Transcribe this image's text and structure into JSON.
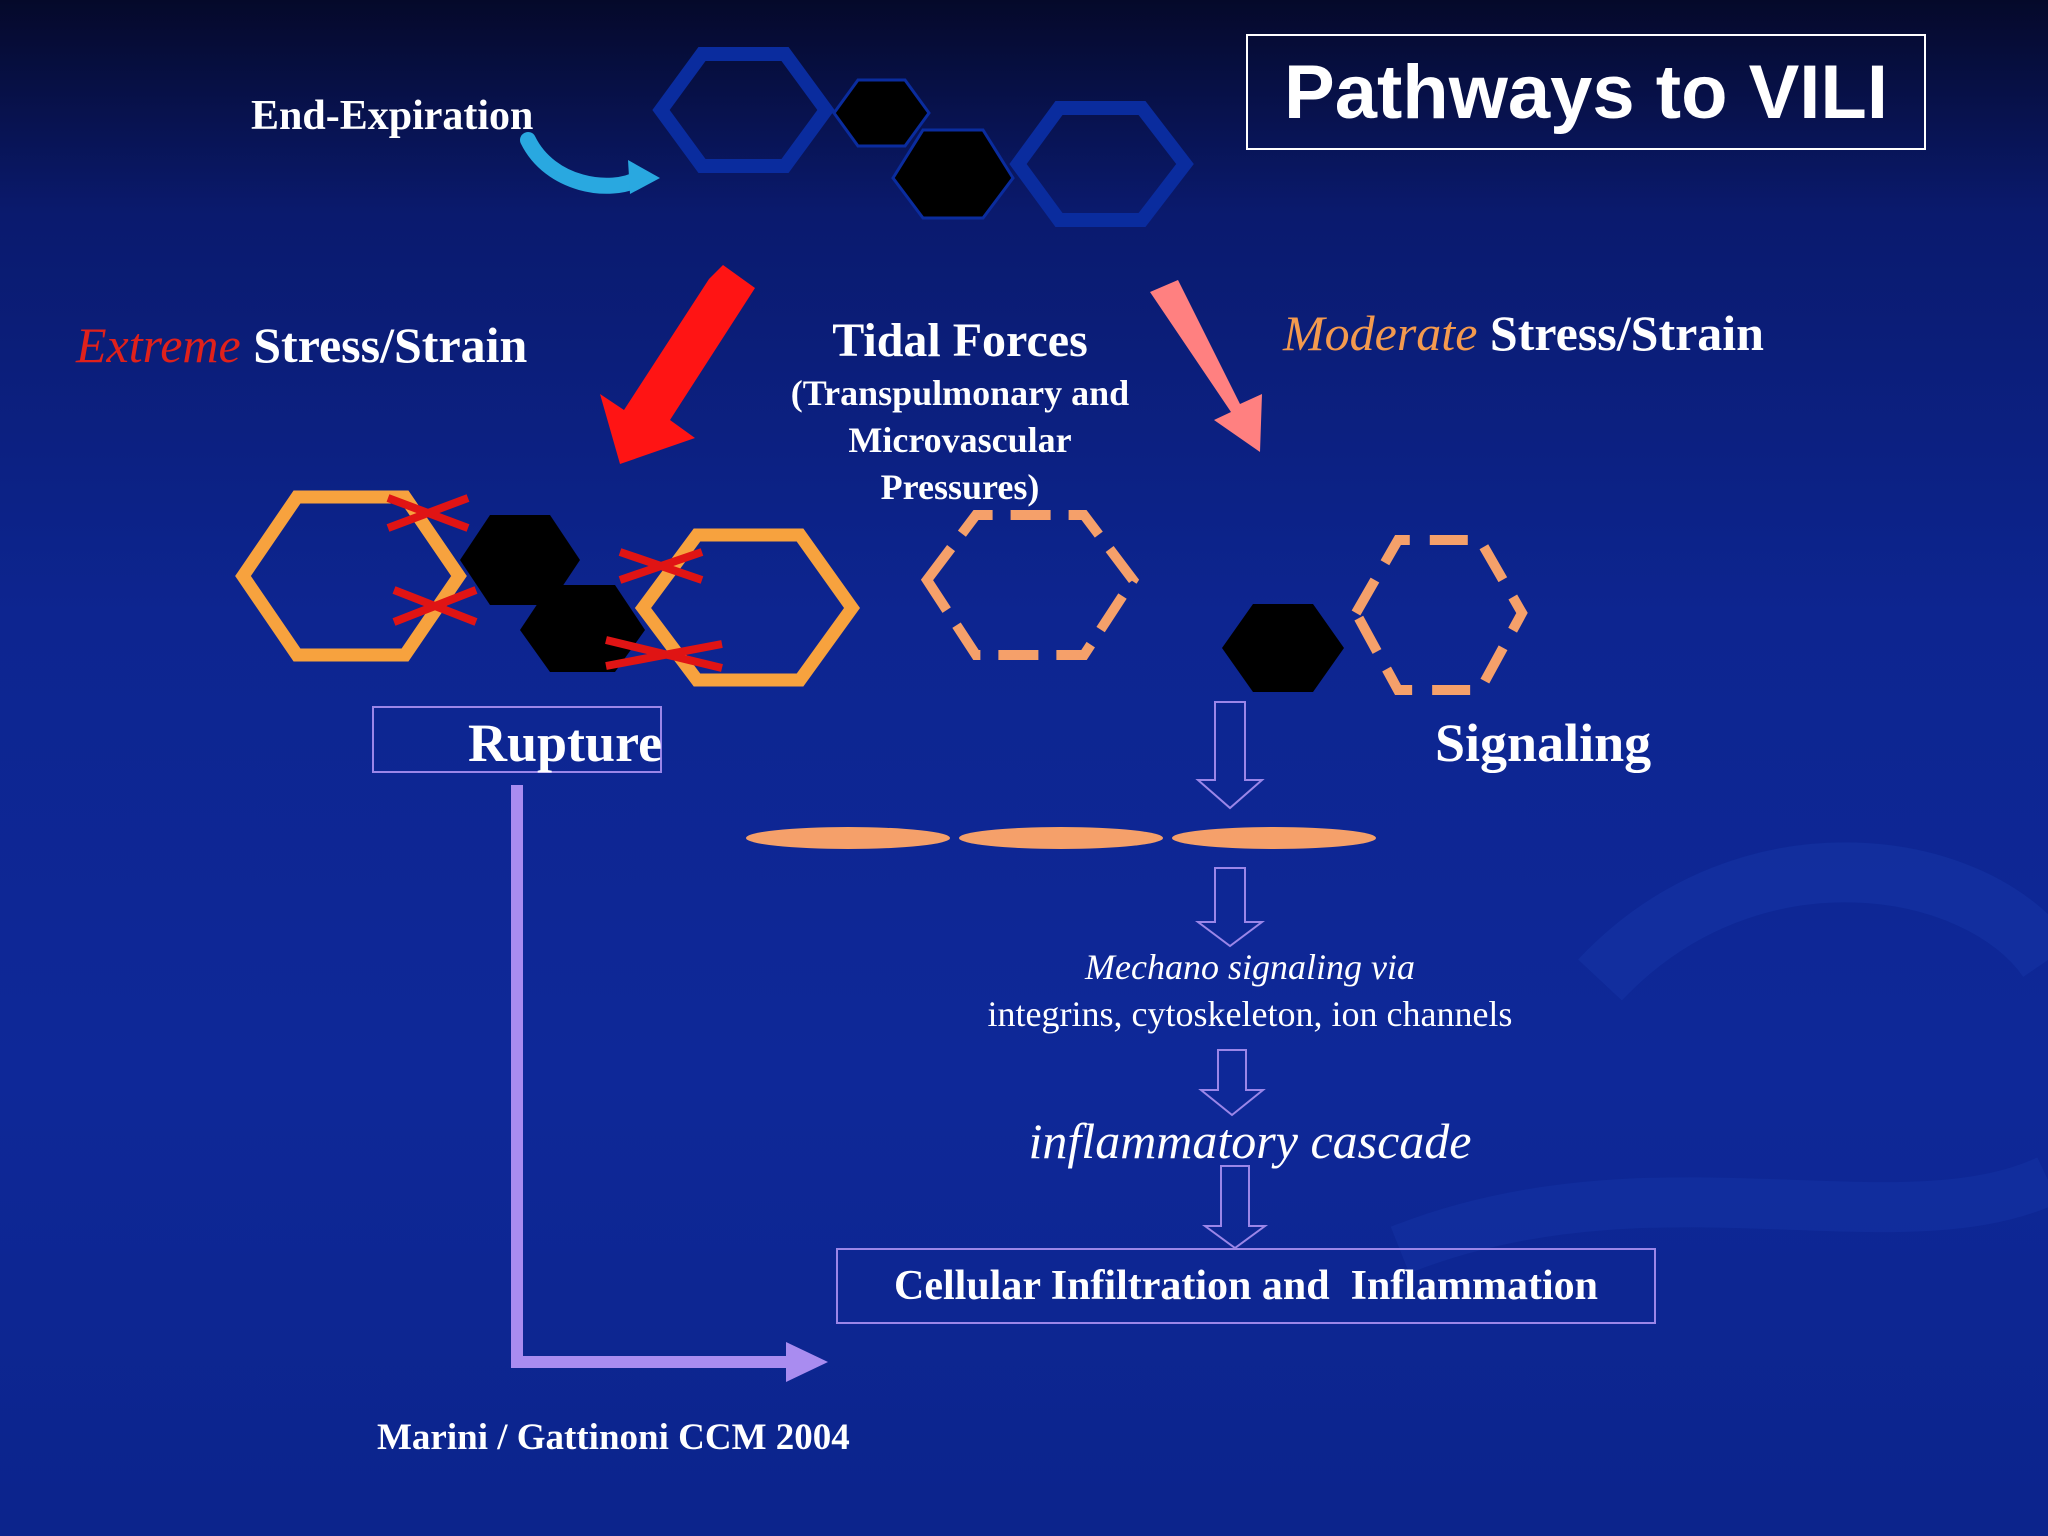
{
  "title": "Pathways to VILI",
  "end_expiration": "End-Expiration",
  "extreme": {
    "emphasis": "Extreme",
    "rest": " Stress/Strain"
  },
  "moderate": {
    "emphasis": "Moderate",
    "rest": " Stress/Strain"
  },
  "tidal": {
    "title": "Tidal Forces",
    "line1": "(Transpulmonary and",
    "line2": "Microvascular",
    "line3": "Pressures)"
  },
  "rupture": "Rupture",
  "signaling": "Signaling",
  "mechano": {
    "line1": "Mechano signaling via",
    "line2": "integrins, cytoskeleton, ion channels"
  },
  "cascade": "inflammatory cascade",
  "outcome": "Cellular Infiltration and  Inflammation",
  "citation": "Marini / Gattinoni CCM 2004",
  "colors": {
    "background": "#0d2590",
    "extreme": "#e0211b",
    "moderate": "#f49a4e",
    "rupture_arrow": "#a98cf0",
    "down_arrow": "#9b86e8",
    "alveolus_normal": "#0a2c9e",
    "alveolus_stressed": "#f7a23e",
    "capillary": "#000000",
    "cross": "#e01414",
    "cell": "#f5a06a",
    "extreme_arrow": "#ff1414",
    "moderate_arrow": "#ff8080"
  }
}
